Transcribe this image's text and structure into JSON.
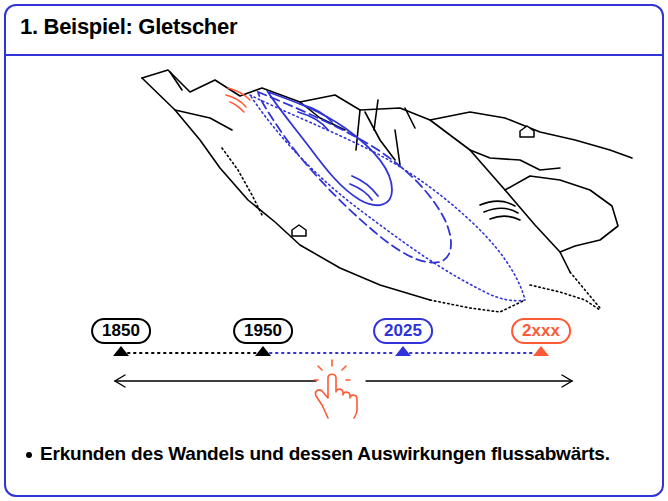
{
  "diagram": {
    "title": "1. Beispiel: Gletscher",
    "nodes": [
      {
        "text": [
          "1850"
        ]
      },
      {
        "text": [
          "1950"
        ]
      },
      {
        "text": [
          "2025"
        ]
      },
      {
        "text": [
          "2xxx"
        ]
      }
    ],
    "labels": [
      "Erkunden des Wandels und dessen Auswirkungen flussabwärts."
    ]
  }
}
